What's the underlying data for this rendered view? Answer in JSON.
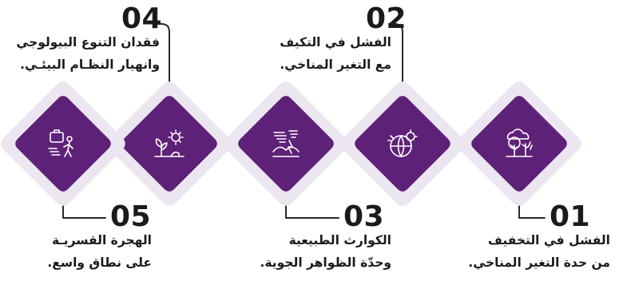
{
  "colors": {
    "diamond_fill": "#5e2178",
    "diamond_border": "#ece6f0",
    "connector": "#5e2178",
    "leader_line": "#2a2a2a",
    "icon_stroke": "#ffffff"
  },
  "steps": [
    {
      "number": "01",
      "icon": "tree-cloud-icon",
      "lines": [
        "الفشل في التخفيف",
        "من حدة التغير المناخي."
      ]
    },
    {
      "number": "02",
      "icon": "globe-gear-icon",
      "lines": [
        "الفشل في التكيف",
        "مع التغير المناخي."
      ]
    },
    {
      "number": "03",
      "icon": "storm-tornado-icon",
      "lines": [
        "الكوارث الطبيعية",
        "وحدّة الظواهر الجوية."
      ]
    },
    {
      "number": "04",
      "icon": "plant-sun-icon",
      "lines": [
        "فقدان التنوع البيولوجي",
        "وانهيار النظـام البيئـي."
      ]
    },
    {
      "number": "05",
      "icon": "migrant-luggage-icon",
      "lines": [
        "الهجرة القسريـة",
        "على نطاق واسع."
      ]
    }
  ]
}
